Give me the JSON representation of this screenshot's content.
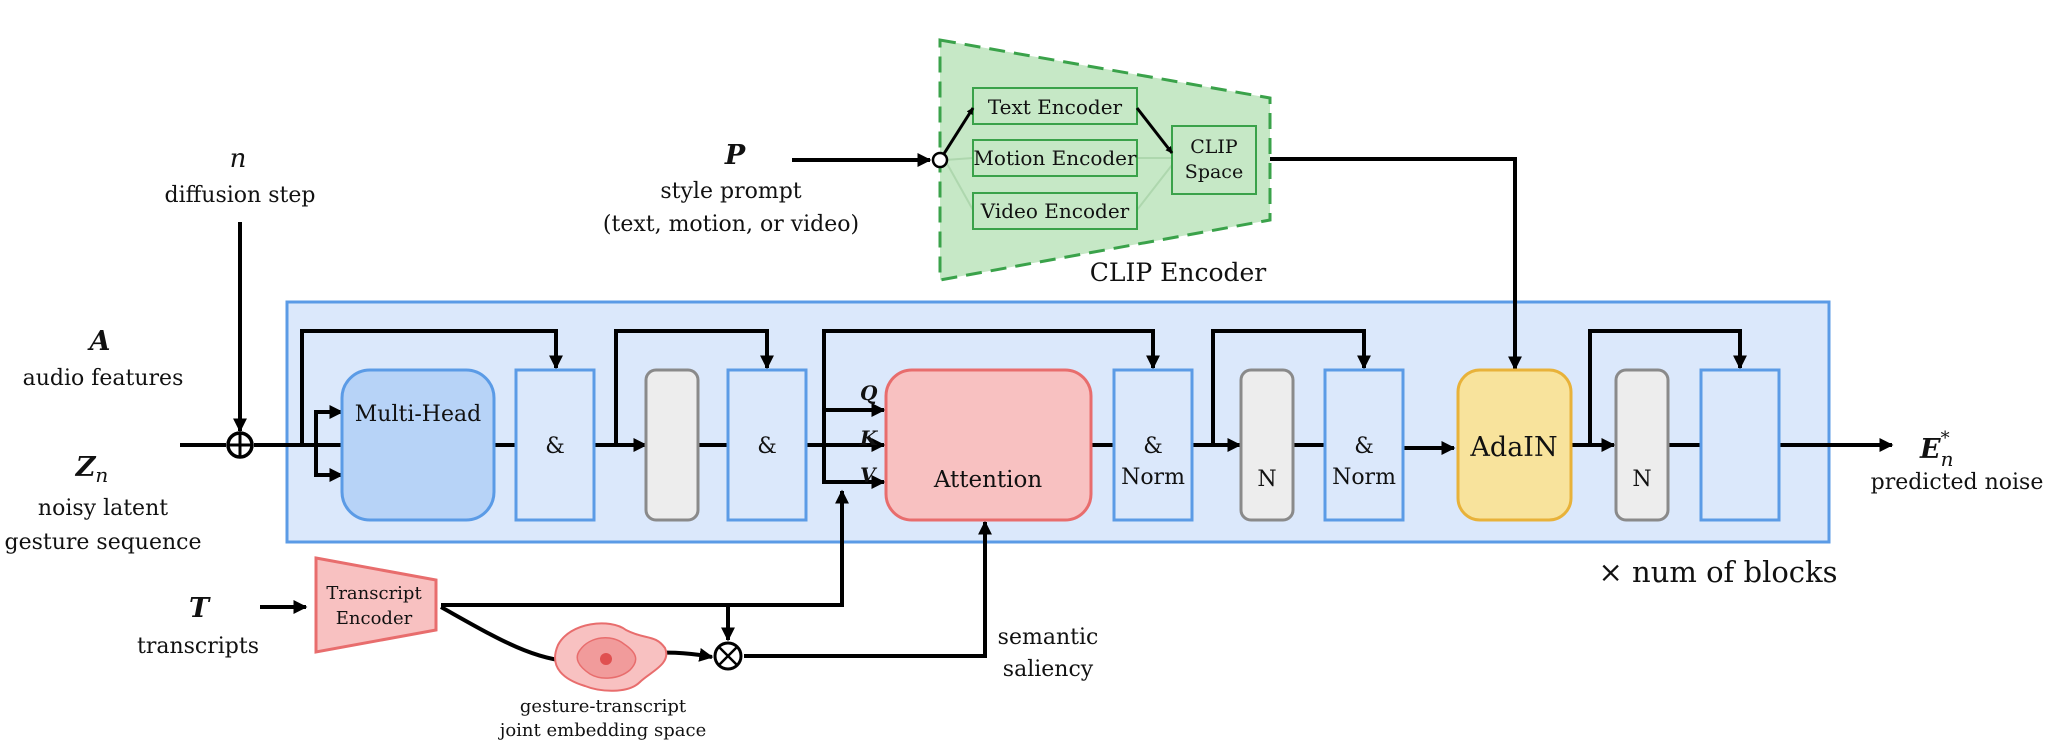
{
  "inputs": {
    "n": {
      "symbol": "n",
      "label": "diffusion step"
    },
    "a": {
      "symbol": "A",
      "label": "audio features"
    },
    "z": {
      "symbol": "Z",
      "subscript": "n",
      "label_line1": "noisy latent",
      "label_line2": "gesture sequence"
    },
    "p": {
      "symbol": "P",
      "label_line1": "style prompt",
      "label_line2": "(text, motion, or video)"
    },
    "t": {
      "symbol": "T",
      "label": "transcripts"
    }
  },
  "clip": {
    "title": "CLIP Encoder",
    "text_encoder": "Text Encoder",
    "motion_encoder": "Motion Encoder",
    "video_encoder": "Video Encoder",
    "space_line1": "CLIP",
    "space_line2": "Space"
  },
  "block": {
    "multihead": "Multi-Head",
    "add1": "&",
    "add2": "&",
    "attention": "Attention",
    "q": "Q",
    "k": "K",
    "v": "V",
    "addnorm1_line1": "&",
    "addnorm1_line2": "Norm",
    "n1": "N",
    "addnorm2_line1": "&",
    "addnorm2_line2": "Norm",
    "adain": "AdaIN",
    "n2": "N",
    "repeat": "× num of blocks"
  },
  "transcript_encoder": {
    "line1": "Transcript",
    "line2": "Encoder"
  },
  "embedding_space": {
    "line1": "gesture-transcript",
    "line2": "joint embedding space"
  },
  "saliency": {
    "line1": "semantic",
    "line2": "saliency"
  },
  "output": {
    "symbol": "E",
    "subscript": "n",
    "superscript": "*",
    "label": "predicted noise"
  },
  "colors": {
    "block_bg": "#dbe8fb",
    "block_border": "#5b9be6",
    "multihead_fill": "#b7d3f7",
    "attention_fill": "#f8c1c1",
    "attention_border": "#e86d6d",
    "norm_fill": "#ededed",
    "norm_border": "#8a8a8a",
    "adain_fill": "#f8e39c",
    "adain_border": "#e8b23a",
    "clip_fill": "#c6e8c6",
    "clip_border": "#3aa24a",
    "transcript_fill": "#f8c1c1",
    "transcript_border": "#e86d6d"
  }
}
